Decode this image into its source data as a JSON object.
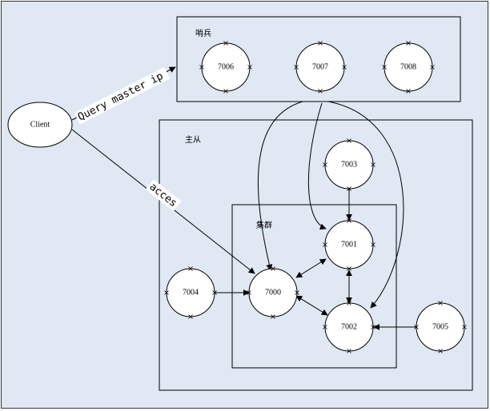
{
  "groups": {
    "sentinel": "哨兵",
    "master_slave": "主从",
    "cluster": "集群"
  },
  "nodes": {
    "client": "Client",
    "n7000": "7000",
    "n7001": "7001",
    "n7002": "7002",
    "n7003": "7003",
    "n7004": "7004",
    "n7005": "7005",
    "n7006": "7006",
    "n7007": "7007",
    "n7008": "7008"
  },
  "edges": {
    "query": "Query master ip",
    "access": "acces"
  }
}
